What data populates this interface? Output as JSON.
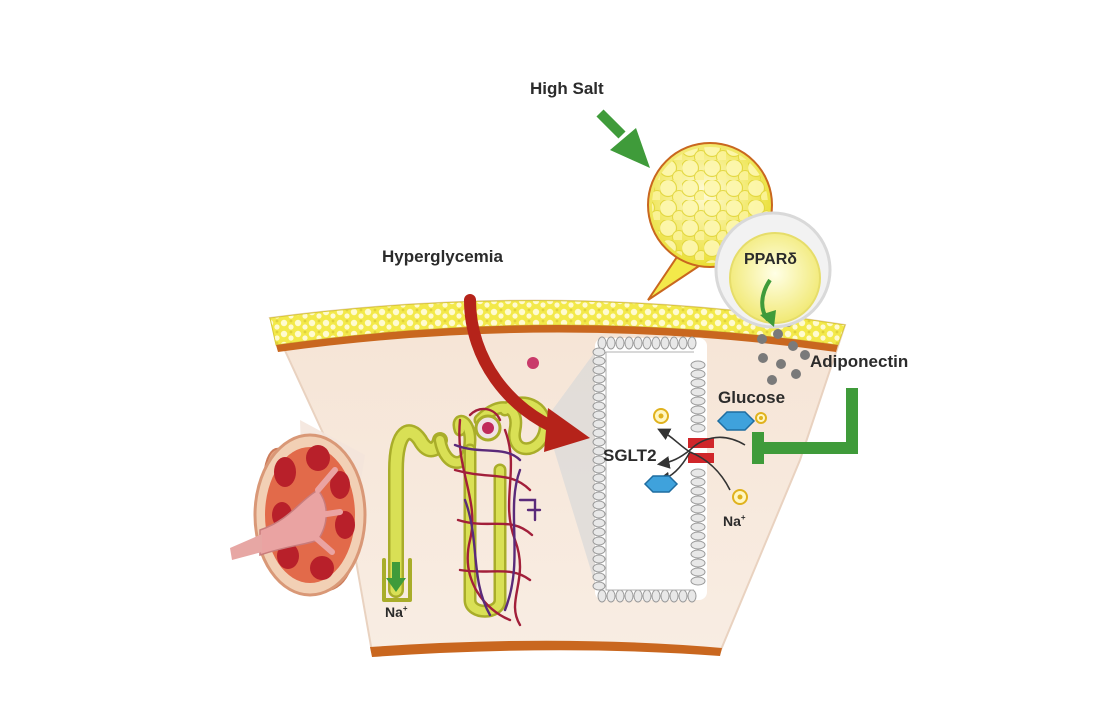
{
  "labels": {
    "high_salt": "High Salt",
    "hyperglycemia": "Hyperglycemia",
    "ppar": "PPARδ",
    "adiponectin": "Adiponectin",
    "glucose": "Glucose",
    "sglt2": "SGLT2",
    "na_cell": "Na",
    "na_tubule": "Na",
    "plus": "+"
  },
  "colors": {
    "arrow_green": "#3f9b3a",
    "arrow_red": "#b5231a",
    "fat_yellow": "#f3e94a",
    "tissue": "#f7eadf",
    "band_orange": "#c9671f",
    "tubule": "#c8cf3a",
    "vessel_red": "#a21f3a",
    "vessel_purple": "#5a2a7a",
    "transporter_red": "#d0262a",
    "glucose_blue": "#3fa2dc"
  }
}
